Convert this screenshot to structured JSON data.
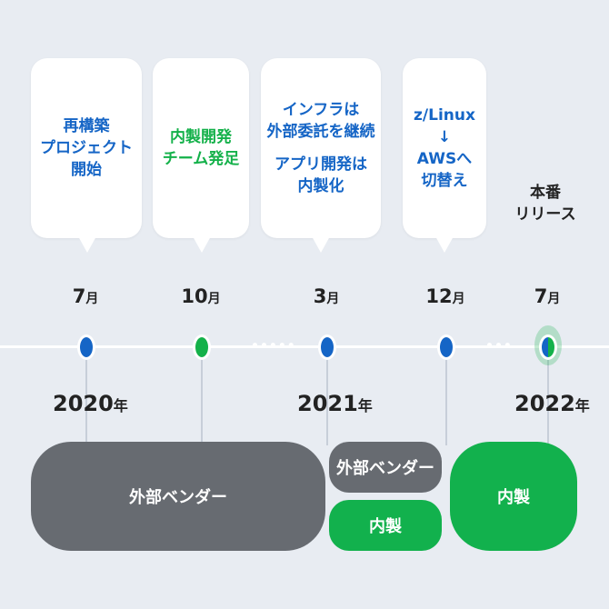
{
  "bubbles": {
    "b1": {
      "lines": [
        "再構築",
        "プロジェクト",
        "開始"
      ],
      "color": "#1565c6"
    },
    "b2": {
      "lines": [
        "内製開発",
        "チーム発足"
      ],
      "color": "#14b14a"
    },
    "b3": {
      "group1": [
        "インフラは",
        "外部委託を継続"
      ],
      "group2": [
        "アプリ開発は",
        "内製化"
      ],
      "color": "#1565c6"
    },
    "b4": {
      "lines": [
        "z/Linux",
        "↓",
        "AWSへ",
        "切替え"
      ],
      "color": "#1565c6"
    }
  },
  "release": {
    "lines": [
      "本番",
      "リリース"
    ]
  },
  "months": [
    {
      "num": "7",
      "unit": "月"
    },
    {
      "num": "10",
      "unit": "月"
    },
    {
      "num": "3",
      "unit": "月"
    },
    {
      "num": "12",
      "unit": "月"
    },
    {
      "num": "7",
      "unit": "月"
    }
  ],
  "years": [
    {
      "num": "2020",
      "unit": "年"
    },
    {
      "num": "2021",
      "unit": "年"
    },
    {
      "num": "2022",
      "unit": "年"
    }
  ],
  "phases": {
    "vendor_long": "外部ベンダー",
    "vendor_short": "外部ベンダー",
    "inhouse_short": "内製",
    "inhouse_final": "内製"
  },
  "colors": {
    "blue": "#1565c6",
    "green": "#14b14a",
    "grey_phase": "#676b71",
    "green_phase": "#12b14d",
    "background": "#e8ecf2"
  }
}
